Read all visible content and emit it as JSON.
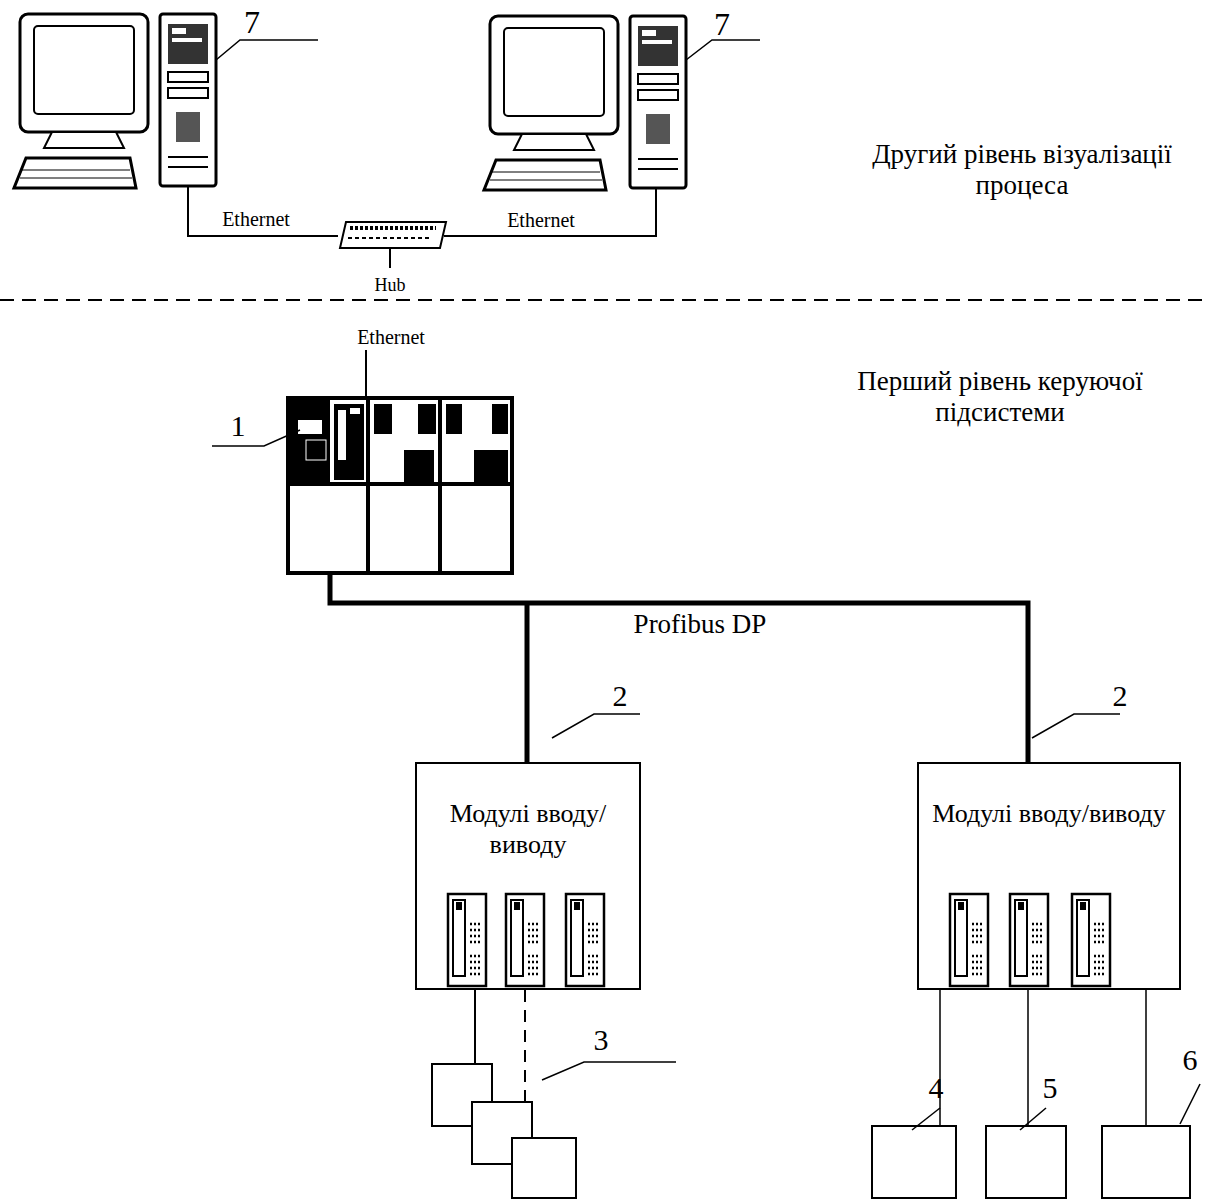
{
  "diagram": {
    "nodes": [
      {
        "text": [
          "Модулі вводу/виводу"
        ]
      },
      {
        "text": [
          "Модулі вводу/виводу"
        ]
      }
    ],
    "labels": [
      "7",
      "7",
      "Ethernet",
      "Ethernet",
      "Hub",
      "Ethernet",
      "Другий рівень візуалізації процеса",
      "Перший рівень керуючої підсистеми",
      "1",
      "Profibus DP",
      "2",
      "2",
      "3",
      "4",
      "5",
      "6"
    ]
  }
}
